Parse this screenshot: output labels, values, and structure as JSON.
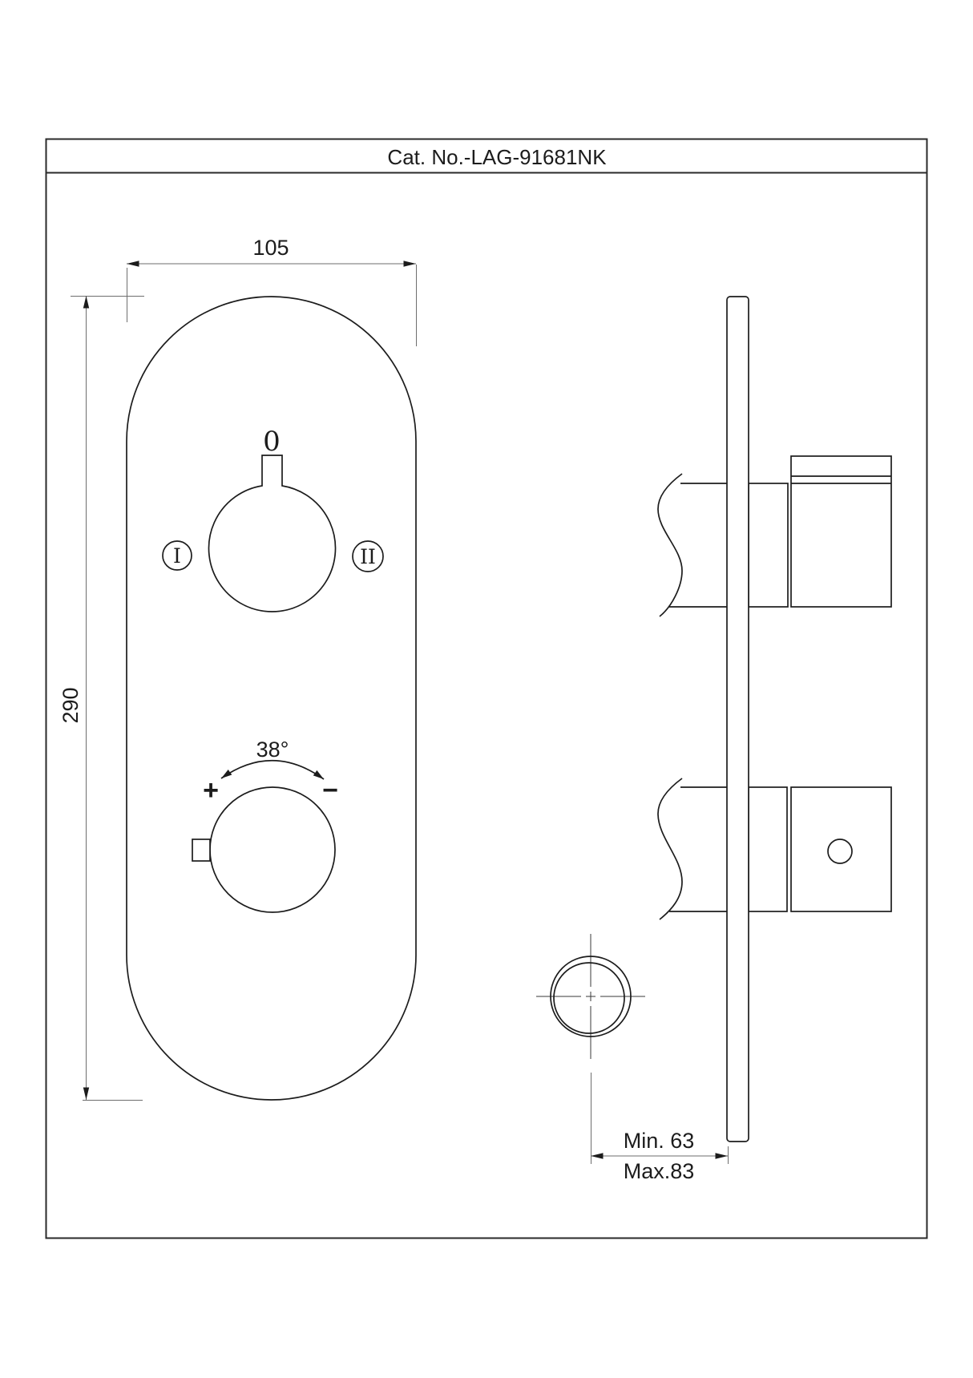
{
  "title_block": {
    "catalog_number": "Cat. No.-LAG-91681NK"
  },
  "front_view": {
    "width_dimension": "105",
    "height_dimension": "290",
    "diverter_knob": {
      "zero_label": "0",
      "position_left": "I",
      "position_right": "II"
    },
    "temperature_knob": {
      "angle_dimension": "38°",
      "plus_label": "+",
      "minus_label": "−"
    }
  },
  "side_view": {
    "installation_depth": {
      "min_label": "Min. 63",
      "max_label": "Max.83"
    }
  },
  "colors": {
    "background": "#ffffff",
    "object_line": "#1c1c1c",
    "dimension_line": "#6e6e6e",
    "frame_line": "#2a2a2a"
  }
}
